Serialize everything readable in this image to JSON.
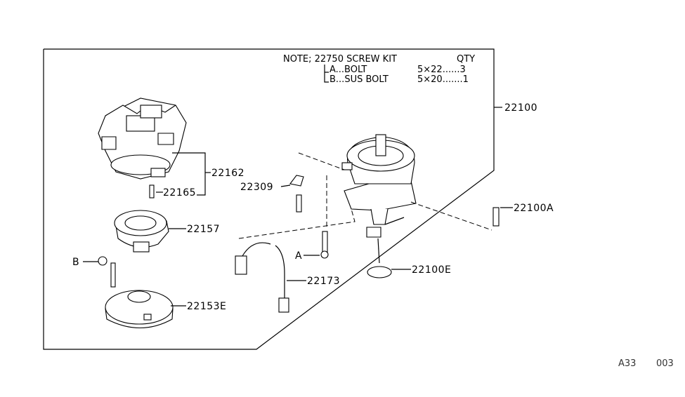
{
  "note": {
    "line1": "NOTE; 22750 SCREW KIT",
    "qty_header": "QTY",
    "line2": "A...BOLT",
    "line2_qty": "5×22......3",
    "line3": "B...SUS BOLT",
    "line3_qty": "5×20.......1"
  },
  "labels": {
    "p22100": "22100",
    "p22162": "22162",
    "p22165": "22165",
    "p22309": "22309",
    "p22157": "22157",
    "pB": "B",
    "pA": "A",
    "p22173": "22173",
    "p22153E": "22153E",
    "p22100A": "22100A",
    "p22100E": "22100E"
  },
  "footer": {
    "code1": "A33",
    "code2": "003"
  }
}
